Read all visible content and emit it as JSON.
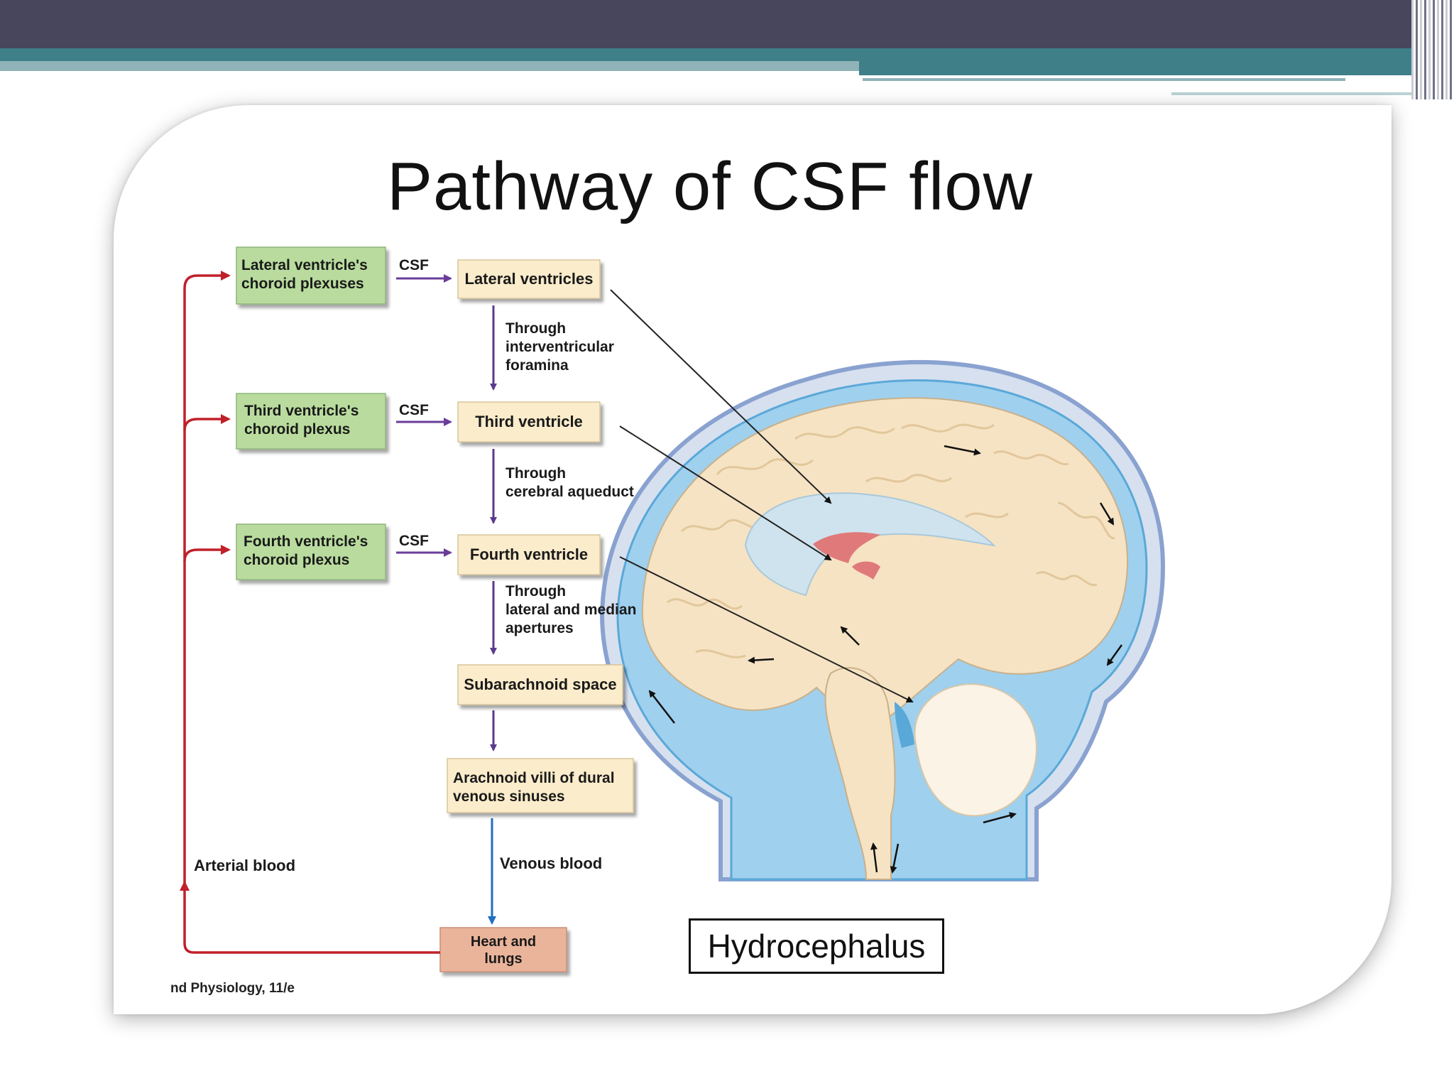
{
  "slide": {
    "title": "Pathway of CSF flow",
    "caption": "Hydrocephalus",
    "credit": "nd Physiology, 11/e"
  },
  "diagram": {
    "plexus_boxes": [
      {
        "line1": "Lateral ventricle's",
        "line2": "choroid plexuses"
      },
      {
        "line1": "Third ventricle's",
        "line2": "choroid plexus"
      },
      {
        "line1": "Fourth ventricle's",
        "line2": "choroid plexus"
      }
    ],
    "csf_label": "CSF",
    "ventricle_boxes": [
      {
        "label": "Lateral ventricles"
      },
      {
        "label": "Third ventricle"
      },
      {
        "label": "Fourth ventricle"
      },
      {
        "label": "Subarachnoid space"
      }
    ],
    "through_labels": [
      {
        "line1": "Through",
        "line2": "interventricular",
        "line3": "foramina"
      },
      {
        "line1": "Through",
        "line2": "cerebral aqueduct",
        "line3": ""
      },
      {
        "line1": "Through",
        "line2": "lateral and median",
        "line3": "apertures"
      }
    ],
    "villi_box": {
      "line1": "Arachnoid villi of dural",
      "line2": "venous sinuses"
    },
    "venous_label": "Venous blood",
    "heart_box": {
      "line1": "Heart and",
      "line2": "lungs"
    },
    "arterial_label": "Arterial blood",
    "colors": {
      "plexus_fill": "#b9dc9e",
      "ventricle_fill": "#fbeccb",
      "heart_fill": "#eab49b",
      "csf_arrow": "#6a3d9a",
      "flow_arrow": "#5b3a8e",
      "venous_arrow": "#1f6fc5",
      "arterial_arrow": "#c0202a",
      "brain_tissue": "#f6e3c3",
      "csf_space": "#9fd0ee",
      "dura": "#8aa2d0"
    }
  }
}
